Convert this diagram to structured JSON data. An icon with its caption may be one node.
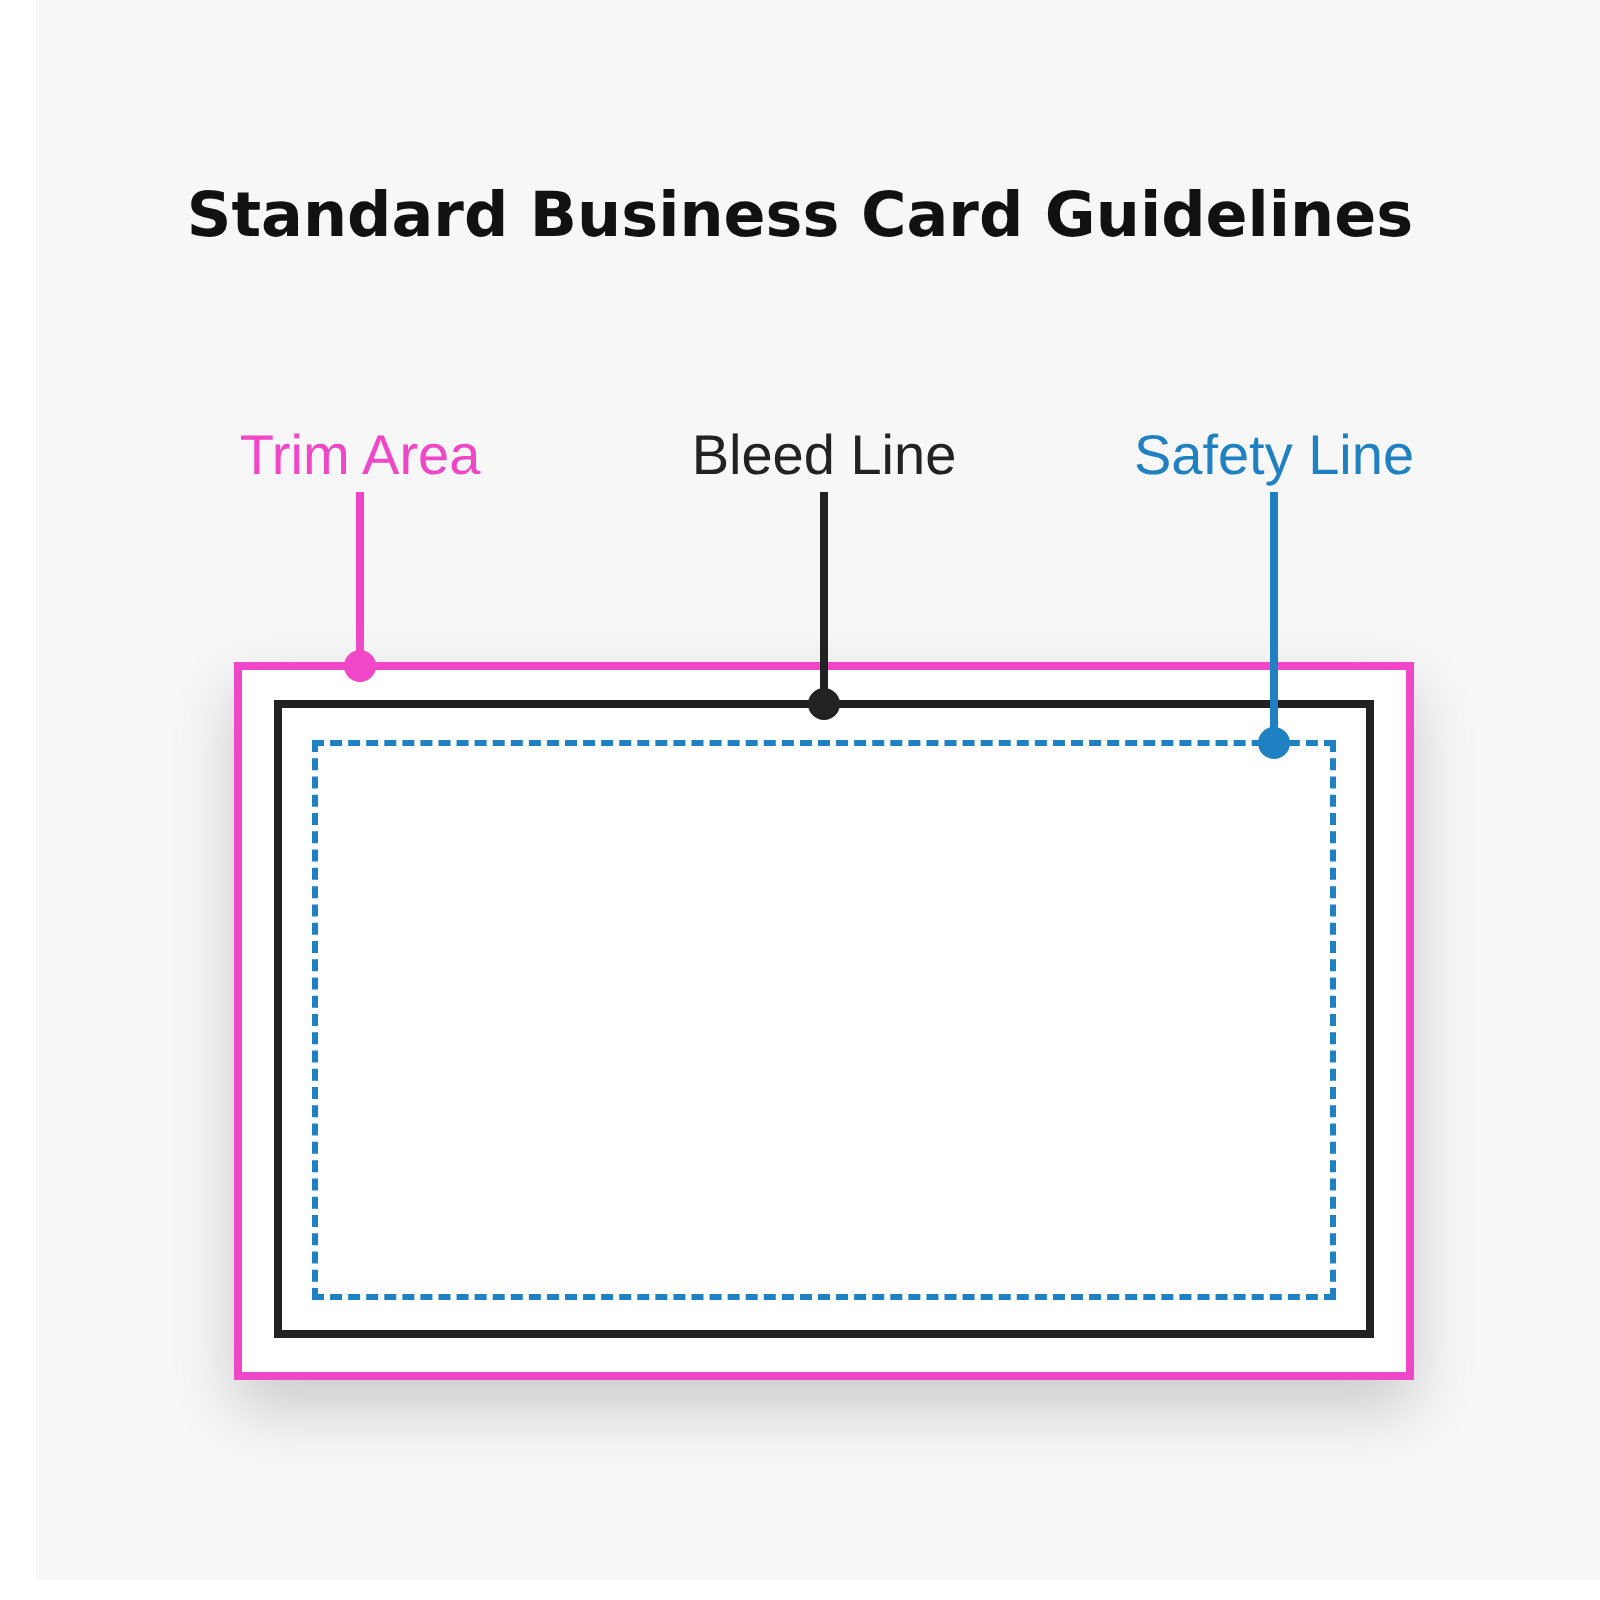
{
  "diagram": {
    "title": "Standard Business Card Guidelines",
    "nodes": [
      {
        "text": [
          "Trim Area"
        ]
      },
      {
        "text": [
          "Bleed Line"
        ]
      },
      {
        "text": [
          "Safety Line"
        ]
      },
      {
        "text": [],
        "shape": "box"
      },
      {
        "text": [],
        "shape": "box",
        "in": 3
      },
      {
        "text": [],
        "shape": "box",
        "in": 4
      }
    ],
    "edges": [
      {
        "from": 0,
        "to": 3,
        "arrow": "other",
        "color": "#f046c8"
      },
      {
        "from": 1,
        "to": 4,
        "arrow": "other",
        "color": "#222222"
      },
      {
        "from": 2,
        "to": 5,
        "arrow": "other",
        "color": "#1f80c2"
      }
    ]
  }
}
